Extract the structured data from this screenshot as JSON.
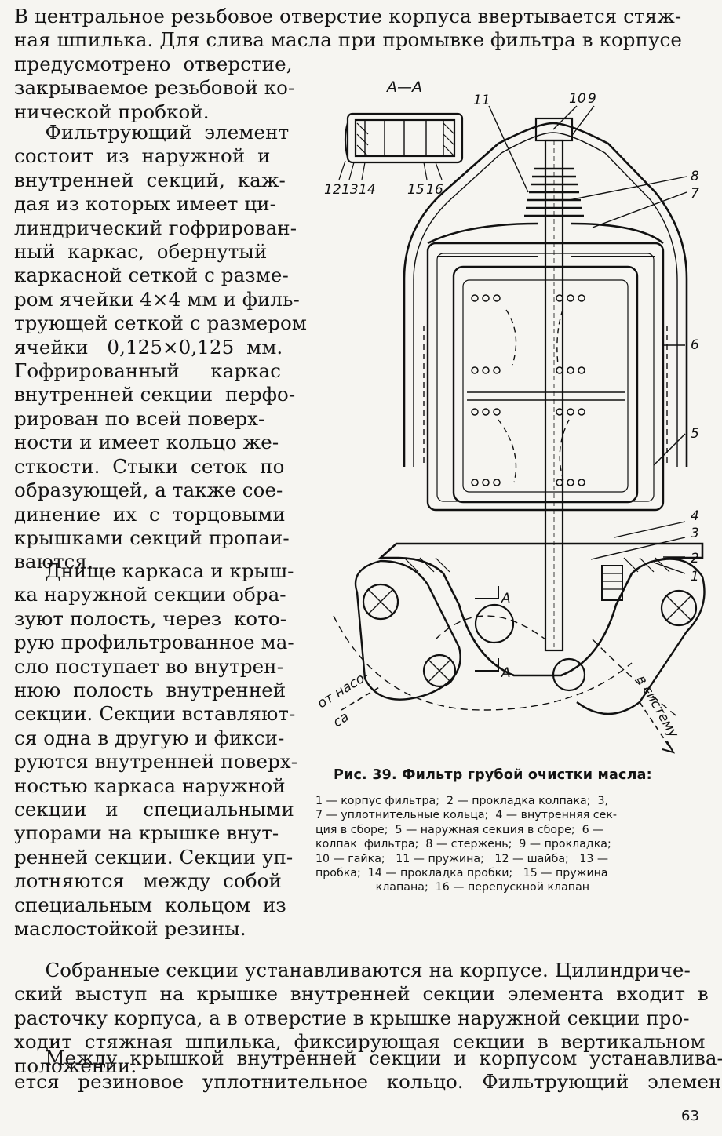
{
  "text": {
    "para_top": "В центральное резьбовое отверстие корпуса ввертывается стяж-\nная шпилька. Для слива масла при промывке фильтра в корпусе\nпредусмотрено  отверстие,\nзакрываемое резьбовой ко-\nнической пробкой.",
    "para_left": "     Фильтрующий  элемент\nсостоит  из  наружной  и\nвнутренней  секций,  каж-\nдая из которых имеет ци-\nлиндрический гофрирован-\nный  каркас,  обернутый\nкаркасной сеткой с разме-\nром ячейки 4×4 мм и филь-\nтрующей сеткой с размером\nячейки   0,125×0,125  мм.\nГофрированный     каркас\nвнутренней секции  перфо-\nрирован по всей поверх-\nности и имеет кольцо же-\nсткости.  Стыки  сеток  по\nобразующей, а также сое-\nдинение  их  с  торцовыми\nкрышками секций пропаи-\nваются.",
    "para_left2": "     Днище каркаса и крыш-\nка наружной секции обра-\nзуют полость, через  кото-\nрую профильтрованное ма-\nсло поступает во внутрен-\nнюю  полость  внутренней\nсекции. Секции вставляют-\nся одна в другую и фикси-\nруются внутренней поверх-\nностью каркаса наружной\nсекции   и    специальными\nупорами на крышке внут-\nренней секции. Секции уп-\nлотняются   между  собой\nспециальным  кольцом  из\nмаслостойкой резины.",
    "para_bottom": "     Собранные секции устанавливаются на корпусе. Цилиндриче-\nский  выступ  на  крышке  внутренней  секции  элемента  входит  в\nрасточку корпуса, а в отверстие в крышке наружной секции про-\nходит  стяжная  шпилька,  фиксирующая  секции  в  вертикальном\nположении.",
    "para_bottom2": "     Между  крышкой  внутренней  секции  и  корпусом  устанавлива-\nется   резиновое   уплотнительное   кольцо.   Фильтрующий   элемент"
  },
  "figure": {
    "section_label": "А—А",
    "callouts": [
      "11",
      "10",
      "9",
      "8",
      "7",
      "6",
      "5",
      "4",
      "3",
      "2",
      "1",
      "12",
      "13",
      "14",
      "15",
      "16"
    ],
    "arrow_label": "А",
    "from_pump": "от насо-\nса",
    "to_system": "в систему",
    "caption_title": "Рис. 39. Фильтр грубой очистки масла:",
    "caption_legend": "1 — корпус фильтра;  2 — прокладка колпака;  3,\n7 — уплотнительные кольца;  4 — внутренняя сек-\nция в сборе;  5 — наружная секция в сборе;  6 —\nколпак  фильтра;  8 — стержень;  9 — прокладка;\n10 — гайка;   11 — пружина;   12 — шайба;   13 —\nпробка;  14 — прокладка пробки;   15 — пружина\n                 клапана;  16 — перепускной клапан"
  },
  "page_number": "63"
}
